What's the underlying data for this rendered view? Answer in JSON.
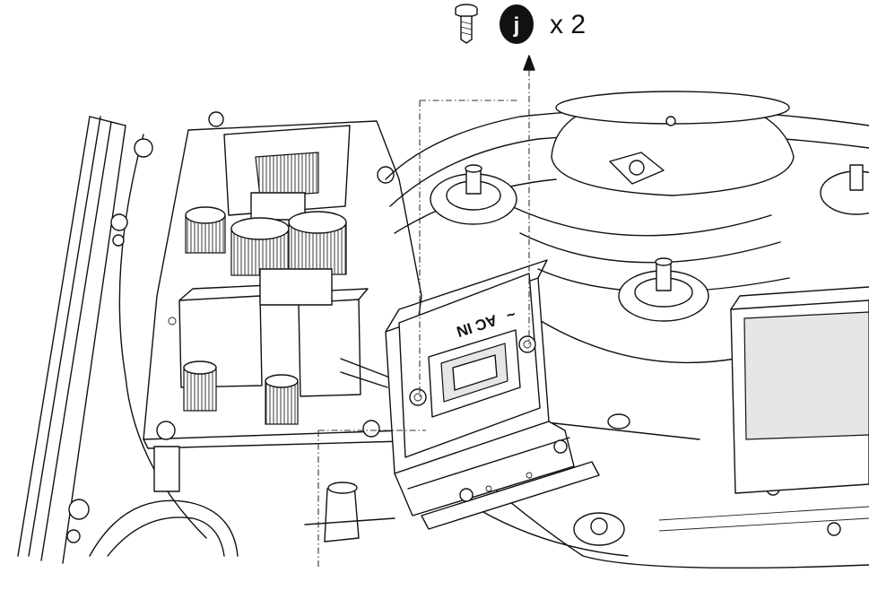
{
  "callout": {
    "badge_letter": "j",
    "quantity_label": "x 2"
  },
  "connector_panel": {
    "label": "AC IN",
    "symbol": "~"
  },
  "icons": {
    "screw": "screw-icon",
    "badge": "part-j-badge-icon"
  }
}
